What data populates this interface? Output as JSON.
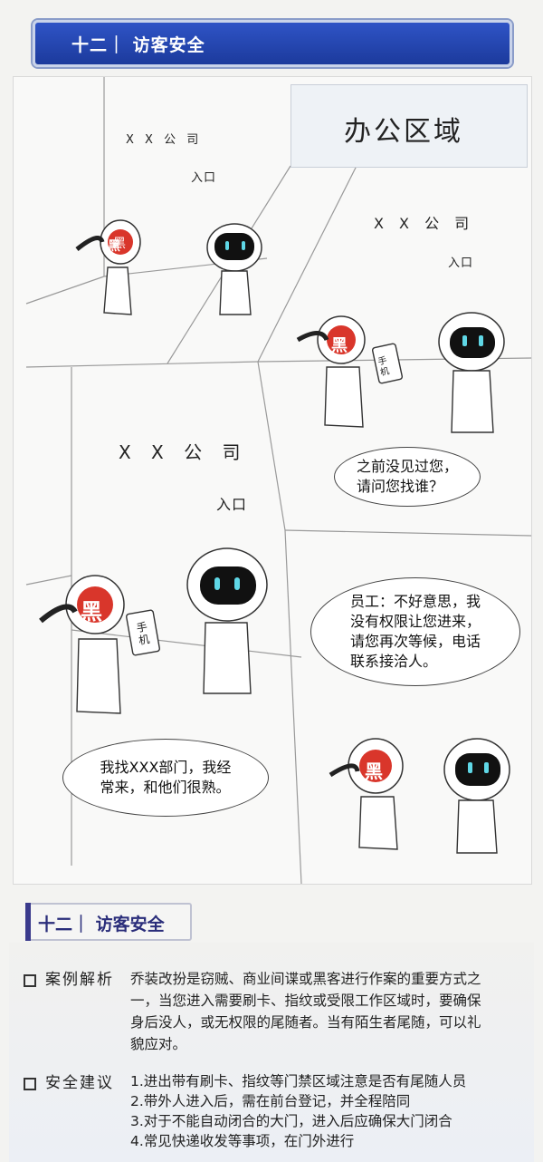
{
  "header": {
    "title": "十二｜ 访客安全"
  },
  "comic": {
    "office_sign": "办公区域",
    "panel1": {
      "company": "X X 公 司",
      "entrance": "入口"
    },
    "panel2": {
      "company": "X X 公 司",
      "entrance": "入口",
      "bubble": [
        "之前没见过您，",
        "请问您找谁？"
      ]
    },
    "panel3": {
      "company": "X X 公 司",
      "entrance": "入口",
      "bubble": [
        "我找XXX部门，我经",
        "常来，和他们很熟。"
      ]
    },
    "panel4": {
      "bubble": [
        "员工：不好意思，我",
        "没有权限让您进来，",
        "请您再次等候，电话",
        "联系接洽人。"
      ]
    },
    "char_black_mark": "黑",
    "phone_label": "手机"
  },
  "section": {
    "title": "十二｜ 访客安全"
  },
  "analysis": {
    "key": "案例解析",
    "lines": [
      "乔装改扮是窃贼、商业间谍或黑客进行作案的重要方式之",
      "一，当您进入需要刷卡、指纹或受限工作区域时，要确保",
      "身后没人，或无权限的尾随者。当有陌生者尾随，可以礼",
      "貌应对。"
    ]
  },
  "advice": {
    "key": "安全建议",
    "lines": [
      "1.进出带有刷卡、指纹等门禁区域注意是否有尾随人员",
      "2.带外人进入后，需在前台登记，并全程陪同",
      "3.对于不能自动闭合的大门，进入后应确保大门闭合",
      "4.常见快递收发等事项，在门外进行"
    ]
  }
}
